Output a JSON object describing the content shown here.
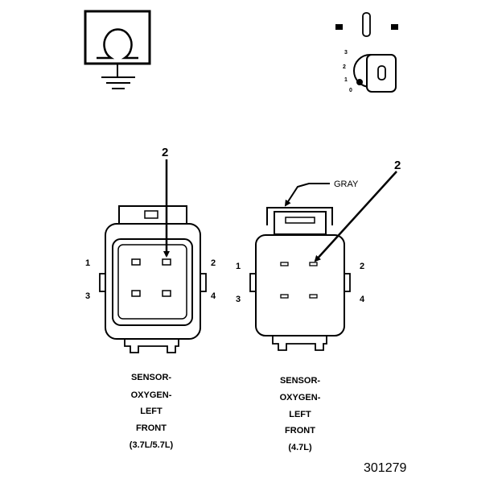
{
  "ground_icon": {
    "icon": "ground-meter-icon"
  },
  "ignition_icon": {
    "icon": "ignition-key-icon",
    "positions": [
      "3",
      "2",
      "1",
      "0"
    ]
  },
  "connector_left": {
    "callout": "2",
    "pins": {
      "p1": "1",
      "p2": "2",
      "p3": "3",
      "p4": "4"
    },
    "caption": [
      "SENSOR-",
      "OXYGEN-",
      "LEFT",
      "FRONT",
      "(3.7L/5.7L)"
    ]
  },
  "connector_right": {
    "callout": "2",
    "color_label": "GRAY",
    "pins": {
      "p1": "1",
      "p2": "2",
      "p3": "3",
      "p4": "4"
    },
    "caption": [
      "SENSOR-",
      "OXYGEN-",
      "LEFT",
      "FRONT",
      "(4.7L)"
    ]
  },
  "figure_number": "301279"
}
